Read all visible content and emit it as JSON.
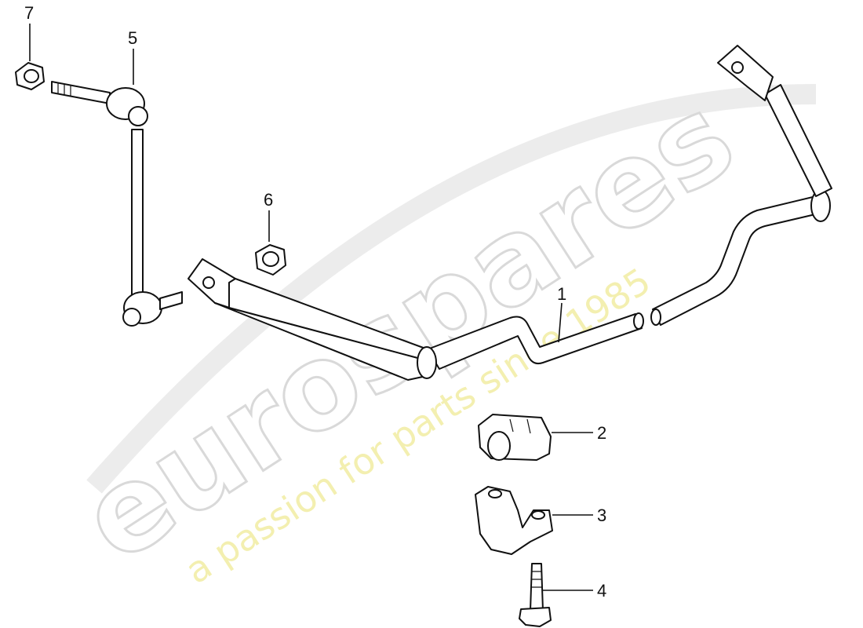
{
  "watermark": {
    "brand": "eurospares",
    "tagline": "a passion for parts since 1985",
    "brand_color": "#d9d9d9",
    "tagline_color": "#f3efb0"
  },
  "callouts": [
    {
      "id": "1",
      "label": "1"
    },
    {
      "id": "2",
      "label": "2"
    },
    {
      "id": "3",
      "label": "3"
    },
    {
      "id": "4",
      "label": "4"
    },
    {
      "id": "5",
      "label": "5"
    },
    {
      "id": "6",
      "label": "6"
    },
    {
      "id": "7",
      "label": "7"
    }
  ]
}
